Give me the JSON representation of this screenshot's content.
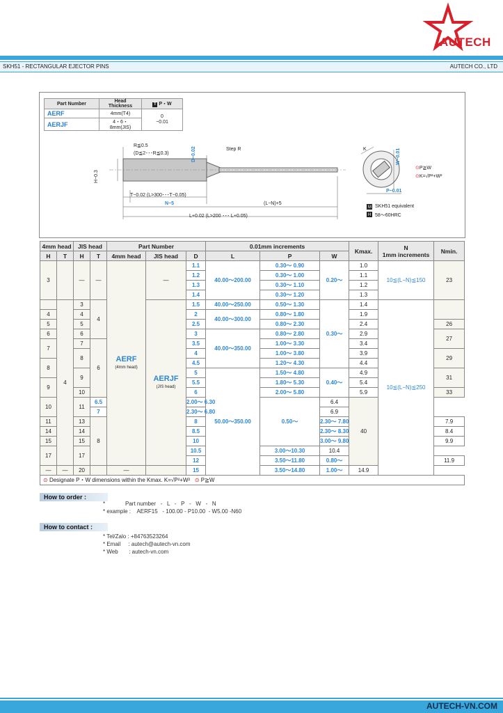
{
  "brand": {
    "logo_text": "AUTECH",
    "color": "#d8202a"
  },
  "header": {
    "title": "SKH51 - RECTANGULAR EJECTOR PINS",
    "company": "AUTECH CO., LTD"
  },
  "pn_table": {
    "headers": [
      "Part Number",
      "Head Thickness",
      "P・W"
    ],
    "rows": [
      {
        "pn": "AERF",
        "head": "4mm(T4)"
      },
      {
        "pn": "AERJF",
        "head": "4・6・8mm(JIS)"
      }
    ],
    "tol_top": "0",
    "tol_bottom": "−0.01"
  },
  "drawing": {
    "r05": "R≦0.5",
    "r03": "(D≦2･･･R≦0.3)",
    "step": "Step R",
    "d_tol": "D−0.02",
    "h_tol": "H−0.3",
    "t_tol": "T−0.02 (L>300･･･T−0.05)",
    "n_tol": "N−5",
    "ln_tol": "(L−N)+5",
    "l_tol": "L+0.02 (L>200 ･･･ L+0.05)",
    "k": "K",
    "w_tol": "W−0.01",
    "p_tol": "P−0.01",
    "pw": "P≧W",
    "kform": "K=√P²+W²",
    "mat1": "SKH51 equivalent",
    "mat2": "58～60HRC"
  },
  "table": {
    "head1": [
      "4mm head",
      "JIS head",
      "Part Number",
      "0.01mm increments",
      "Kmax.",
      "N",
      "Nmin."
    ],
    "n_sub": "1mm increments",
    "head2": [
      "H",
      "T",
      "H",
      "T",
      "4mm head",
      "JIS head",
      "D",
      "L",
      "P",
      "W"
    ],
    "d": [
      "1.1",
      "1.2",
      "1.3",
      "1.4",
      "1.5",
      "2",
      "2.5",
      "3",
      "3.5",
      "4",
      "4.5",
      "5",
      "5.5",
      "6",
      "6.5",
      "7",
      "8",
      "8.5",
      "10",
      "10.5",
      "12",
      "15"
    ],
    "p": [
      "0.30～ 0.90",
      "0.30～ 1.00",
      "0.30～ 1.10",
      "0.30～ 1.20",
      "0.50～ 1.30",
      "0.80～ 1.80",
      "0.80～ 2.30",
      "0.80～ 2.80",
      "1.00～ 3.30",
      "1.00～ 3.80",
      "1.20～ 4.30",
      "1.50～ 4.80",
      "1.80～ 5.30",
      "2.00～ 5.80",
      "2.00～ 6.30",
      "2.30～ 6.80",
      "2.30～ 7.80",
      "2.30～ 8.30",
      "3.00～ 9.80",
      "3.00～10.30",
      "3.50～11.80",
      "3.50～14.80"
    ],
    "kmax": [
      "1.0",
      "1.1",
      "1.2",
      "1.3",
      "1.4",
      "1.9",
      "2.4",
      "2.9",
      "3.4",
      "3.9",
      "4.4",
      "4.9",
      "5.4",
      "5.9",
      "6.4",
      "6.9",
      "7.9",
      "8.4",
      "9.9",
      "10.4",
      "11.9",
      "14.9"
    ],
    "h4": [
      "3",
      "4",
      "5",
      "6",
      "7",
      "8",
      "9",
      "10",
      "11",
      "14",
      "15",
      "17",
      "—"
    ],
    "t4": [
      "4",
      "—"
    ],
    "hj": [
      "—",
      "3",
      "4",
      "5",
      "6",
      "7",
      "8",
      "9",
      "10",
      "11",
      "13",
      "14",
      "15",
      "17",
      "20"
    ],
    "tj": [
      "—",
      "4",
      "6",
      "8"
    ],
    "pn4": {
      "name": "AERF",
      "sub": "(4mm head)",
      "dash1": "—",
      "dash2": "—"
    },
    "pnj": {
      "name": "AERJF",
      "sub": "(JIS head)",
      "dash": "—"
    },
    "l": [
      "40.00～200.00",
      "40.00～250.00",
      "40.00～300.00",
      "40.00～350.00",
      "50.00～350.00"
    ],
    "w": [
      "0.20～",
      "0.30～",
      "0.40～",
      "0.50～",
      "0.80～",
      "1.00～"
    ],
    "n": [
      "10≦(L−N)≦150",
      "10≦(L−N)≦250"
    ],
    "nmin": [
      "23",
      "26",
      "27",
      "29",
      "31",
      "33",
      "40"
    ],
    "footnote": "Designate P・W dimensions within the Kmax. K=√P²+W²",
    "footnote2": "P≧W"
  },
  "order": {
    "label": "How to order :",
    "line1": "*             Part number   -   L   -   P   -   W   -   N",
    "line2": "* example :    AERF15   - 100.00 - P10.00  - W5.00 -N60"
  },
  "contact": {
    "label": "How to contact :",
    "tel": "* Tel/Zalo : +84763523264",
    "email": "* Email     : autech@autech-vn.com",
    "web": "* Web       : autech-vn.com"
  },
  "footer": {
    "site": "AUTECH-VN.COM"
  },
  "colors": {
    "accent": "#3aa7dc",
    "blue_text": "#2b86d6",
    "red": "#d8202a"
  }
}
